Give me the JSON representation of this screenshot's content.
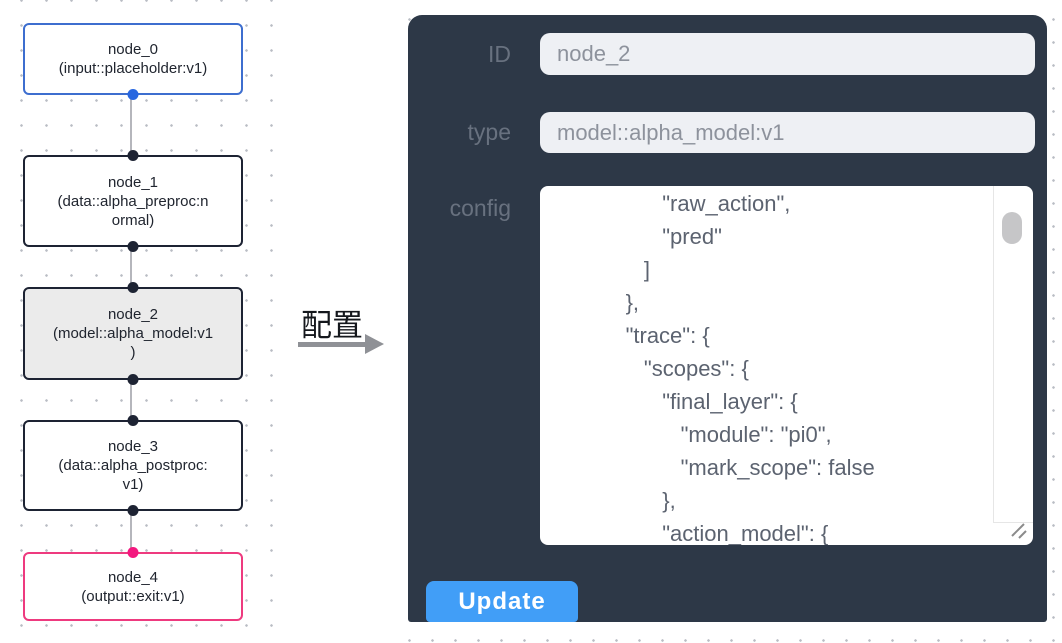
{
  "flow": {
    "nodes": [
      {
        "name": "node_0",
        "subtitle": "(input::placeholder:v1)",
        "role": "input",
        "border_color": "#3d6ecf",
        "handle_color": "#2867e0"
      },
      {
        "name": "node_1",
        "subtitle": "(data::alpha_preproc:n\normal)",
        "role": "data",
        "border_color": "#1d2333",
        "handle_color": "#1d2333"
      },
      {
        "name": "node_2",
        "subtitle": "(model::alpha_model:v1\n)",
        "role": "model",
        "selected": true,
        "border_color": "#1d2333",
        "handle_color": "#1d2333"
      },
      {
        "name": "node_3",
        "subtitle": "(data::alpha_postproc:\nv1)",
        "role": "data",
        "border_color": "#1d2333",
        "handle_color": "#1d2333"
      },
      {
        "name": "node_4",
        "subtitle": "(output::exit:v1)",
        "role": "output",
        "border_color": "#ee3a7f",
        "handle_color": "#f3187f"
      }
    ]
  },
  "arrow": {
    "label": "配置"
  },
  "panel": {
    "background": "#2d3847",
    "id_label": "ID",
    "id_value": "node_2",
    "type_label": "type",
    "type_value": "model::alpha_model:v1",
    "config_label": "config",
    "config_value": "                    \"raw_action\",\n                    \"pred\"\n                 ]\n              },\n              \"trace\": {\n                 \"scopes\": {\n                    \"final_layer\": {\n                       \"module\": \"pi0\",\n                       \"mark_scope\": false\n                    },\n                    \"action_model\": {",
    "update_label": "Update",
    "update_color": "#419ef7"
  }
}
